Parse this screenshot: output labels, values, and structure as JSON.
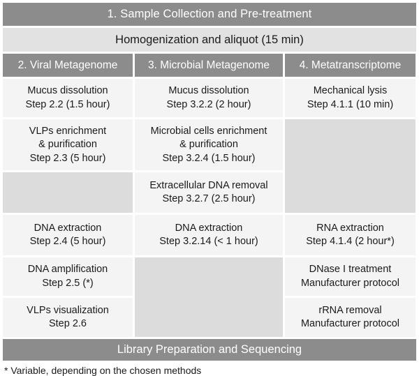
{
  "header": {
    "stage_title": "1. Sample Collection and Pre-treatment",
    "homogenization": "Homogenization and aliquot (15 min)"
  },
  "columns": [
    {
      "title": "2. Viral Metagenome"
    },
    {
      "title": "3. Microbial Metagenome"
    },
    {
      "title": "4. Metatranscriptome"
    }
  ],
  "column1": {
    "cells": [
      {
        "line1": "Mucus dissolution",
        "line2": "Step 2.2 (1.5 hour)"
      },
      {
        "line1": "VLPs enrichment",
        "line2": "& purification",
        "line3": "Step 2.3 (5 hour)"
      },
      {
        "empty": true
      },
      {
        "line1": "DNA extraction",
        "line2": "Step 2.4 (5 hour)"
      },
      {
        "line1": "DNA amplification",
        "line2": "Step 2.5 (*)"
      },
      {
        "line1": "VLPs visualization",
        "line2": "Step 2.6"
      }
    ]
  },
  "column2": {
    "cells": [
      {
        "line1": "Mucus dissolution",
        "line2": "Step 3.2.2 (2 hour)"
      },
      {
        "line1": "Microbial cells enrichment",
        "line2": "& purification",
        "line3": "Step 3.2.4 (1.5 hour)"
      },
      {
        "line1": "Extracellular DNA removal",
        "line2": "Step 3.2.7 (2.5 hour)"
      },
      {
        "line1": "DNA extraction",
        "line2": "Step 3.2.14 (< 1 hour)"
      },
      {
        "empty": true
      }
    ]
  },
  "column3": {
    "cells": [
      {
        "line1": "Mechanical lysis",
        "line2": "Step 4.1.1 (10 min)"
      },
      {
        "empty": true
      },
      {
        "line1": "RNA extraction",
        "line2": "Step 4.1.4 (2 hour*)"
      },
      {
        "line1": "DNase I treatment",
        "line2": "Manufacturer protocol"
      },
      {
        "line1": "rRNA removal",
        "line2": "Manufacturer protocol"
      }
    ]
  },
  "footer": {
    "library_bar": "Library Preparation and Sequencing",
    "footnote": "* Variable, depending on the chosen methods"
  },
  "colors": {
    "header_bar": "#8c8c8c",
    "band": "#e2e2e2",
    "cell": "#f4f4f4",
    "cell_empty": "#dcdcdc",
    "text": "#1a1a1a",
    "header_text": "#ffffff"
  }
}
